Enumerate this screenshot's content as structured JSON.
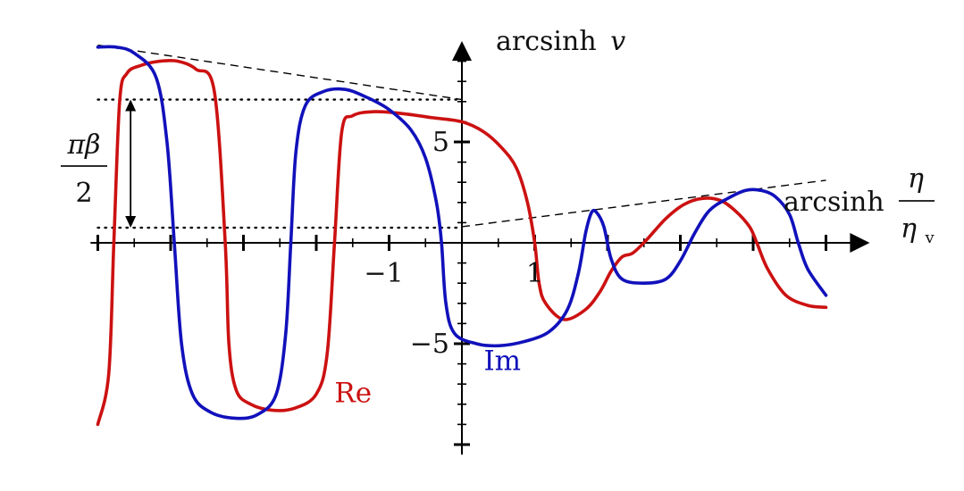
{
  "chart_data": {
    "type": "line",
    "ylabel": {
      "prefix": "arcsinh",
      "var": "v"
    },
    "xlabel": {
      "prefix": "arcsinh",
      "num": "η",
      "den": "η",
      "den_sub": "v"
    },
    "bracket_label": {
      "num": "πβ",
      "den": "2"
    },
    "xlim": [
      -5.1,
      5.6
    ],
    "ylim": [
      -10.5,
      10
    ],
    "x_tick_labels": [
      {
        "x": -1,
        "label": "−1"
      },
      {
        "x": 1,
        "label": "1"
      }
    ],
    "y_tick_labels": [
      {
        "y": 5,
        "label": "5"
      },
      {
        "y": -5,
        "label": "−5"
      }
    ],
    "x_ticks_major": [
      -5,
      -4,
      -3,
      -2,
      -1,
      1,
      2,
      3,
      4,
      5
    ],
    "series": [
      {
        "name": "Re",
        "color": "#cc1111",
        "points": [
          [
            -5.0,
            -9.0
          ],
          [
            -4.85,
            -6.5
          ],
          [
            -4.78,
            0.0
          ],
          [
            -4.7,
            7.0
          ],
          [
            -4.6,
            8.4
          ],
          [
            -4.4,
            8.8
          ],
          [
            -4.15,
            9.0
          ],
          [
            -3.9,
            9.0
          ],
          [
            -3.65,
            8.6
          ],
          [
            -3.4,
            7.5
          ],
          [
            -3.25,
            0.0
          ],
          [
            -3.2,
            -5.0
          ],
          [
            -3.1,
            -7.3
          ],
          [
            -2.9,
            -8.0
          ],
          [
            -2.6,
            -8.3
          ],
          [
            -2.3,
            -8.2
          ],
          [
            -2.0,
            -7.5
          ],
          [
            -1.85,
            -5.5
          ],
          [
            -1.75,
            0.0
          ],
          [
            -1.65,
            5.5
          ],
          [
            -1.5,
            6.3
          ],
          [
            -1.2,
            6.5
          ],
          [
            -0.8,
            6.4
          ],
          [
            -0.4,
            6.2
          ],
          [
            0.0,
            6.0
          ],
          [
            0.3,
            5.5
          ],
          [
            0.55,
            4.7
          ],
          [
            0.75,
            3.7
          ],
          [
            0.9,
            2.0
          ],
          [
            1.0,
            0.0
          ],
          [
            1.06,
            -2.0
          ],
          [
            1.15,
            -3.0
          ],
          [
            1.4,
            -3.8
          ],
          [
            1.7,
            -3.3
          ],
          [
            1.9,
            -2.4
          ],
          [
            2.05,
            -1.4
          ],
          [
            2.2,
            -0.7
          ],
          [
            2.35,
            -0.5
          ],
          [
            2.55,
            0.2
          ],
          [
            2.8,
            1.2
          ],
          [
            3.05,
            1.9
          ],
          [
            3.3,
            2.2
          ],
          [
            3.55,
            2.1
          ],
          [
            3.75,
            1.6
          ],
          [
            3.95,
            0.8
          ],
          [
            4.05,
            0.0
          ],
          [
            4.2,
            -1.3
          ],
          [
            4.45,
            -2.6
          ],
          [
            4.75,
            -3.1
          ],
          [
            5.0,
            -3.2
          ]
        ]
      },
      {
        "name": "Im",
        "color": "#1111bb",
        "points": [
          [
            -5.0,
            9.7
          ],
          [
            -4.75,
            9.7
          ],
          [
            -4.5,
            9.4
          ],
          [
            -4.2,
            8.2
          ],
          [
            -4.05,
            5.0
          ],
          [
            -3.95,
            0.0
          ],
          [
            -3.85,
            -5.0
          ],
          [
            -3.7,
            -7.5
          ],
          [
            -3.45,
            -8.4
          ],
          [
            -3.1,
            -8.7
          ],
          [
            -2.8,
            -8.5
          ],
          [
            -2.55,
            -7.5
          ],
          [
            -2.42,
            -4.5
          ],
          [
            -2.35,
            0.0
          ],
          [
            -2.28,
            4.5
          ],
          [
            -2.15,
            6.8
          ],
          [
            -1.9,
            7.5
          ],
          [
            -1.6,
            7.6
          ],
          [
            -1.3,
            7.2
          ],
          [
            -1.0,
            6.6
          ],
          [
            -0.7,
            5.6
          ],
          [
            -0.5,
            4.2
          ],
          [
            -0.35,
            2.0
          ],
          [
            -0.28,
            0.0
          ],
          [
            -0.22,
            -3.0
          ],
          [
            -0.1,
            -4.5
          ],
          [
            0.2,
            -5.0
          ],
          [
            0.5,
            -5.1
          ],
          [
            0.85,
            -4.9
          ],
          [
            1.2,
            -4.4
          ],
          [
            1.45,
            -3.3
          ],
          [
            1.6,
            -1.5
          ],
          [
            1.7,
            0.5
          ],
          [
            1.78,
            1.5
          ],
          [
            1.85,
            1.5
          ],
          [
            1.95,
            0.8
          ],
          [
            2.05,
            -0.8
          ],
          [
            2.2,
            -1.8
          ],
          [
            2.5,
            -2.0
          ],
          [
            2.8,
            -1.8
          ],
          [
            3.0,
            -0.9
          ],
          [
            3.2,
            0.5
          ],
          [
            3.4,
            1.6
          ],
          [
            3.65,
            2.2
          ],
          [
            3.9,
            2.6
          ],
          [
            4.1,
            2.6
          ],
          [
            4.3,
            2.3
          ],
          [
            4.5,
            1.4
          ],
          [
            4.62,
            0.0
          ],
          [
            4.75,
            -1.3
          ],
          [
            5.0,
            -2.6
          ]
        ]
      }
    ],
    "dashed_lines": [
      [
        [
          -5.0,
          9.8
        ],
        [
          0.0,
          7.1
        ]
      ],
      [
        [
          0.0,
          0.8
        ],
        [
          5.0,
          3.1
        ]
      ]
    ],
    "dotted_lines": [
      {
        "y": 7.1,
        "x_from": -5.0,
        "x_to": 0.0
      },
      {
        "y": 0.75,
        "x_from": -5.0,
        "x_to": 0.0
      }
    ],
    "bracket": {
      "x": -4.55,
      "y_from": 7.1,
      "y_to": 0.75
    },
    "series_labels": [
      {
        "name": "Re",
        "x": -1.75,
        "y": -7.9
      },
      {
        "name": "Im",
        "x": 0.3,
        "y": -6.3
      }
    ]
  }
}
